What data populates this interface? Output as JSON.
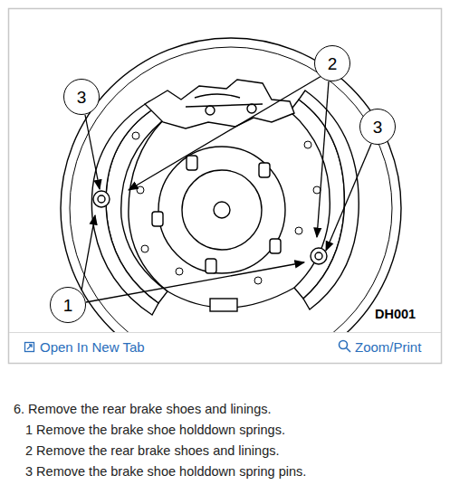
{
  "diagram": {
    "nodes": [
      {
        "text": [
          "2"
        ]
      },
      {
        "text": [
          "3"
        ]
      },
      {
        "text": [
          "3"
        ]
      },
      {
        "text": [
          "1"
        ]
      }
    ],
    "labels": [
      "DH001",
      "Open In New Tab",
      "Zoom/Print",
      "6. Remove the rear brake shoes and linings.",
      "1 Remove the brake shoe holddown springs.",
      "2 Remove the rear brake shoes and linings.",
      "3 Remove the brake shoe holddown spring pins."
    ]
  }
}
